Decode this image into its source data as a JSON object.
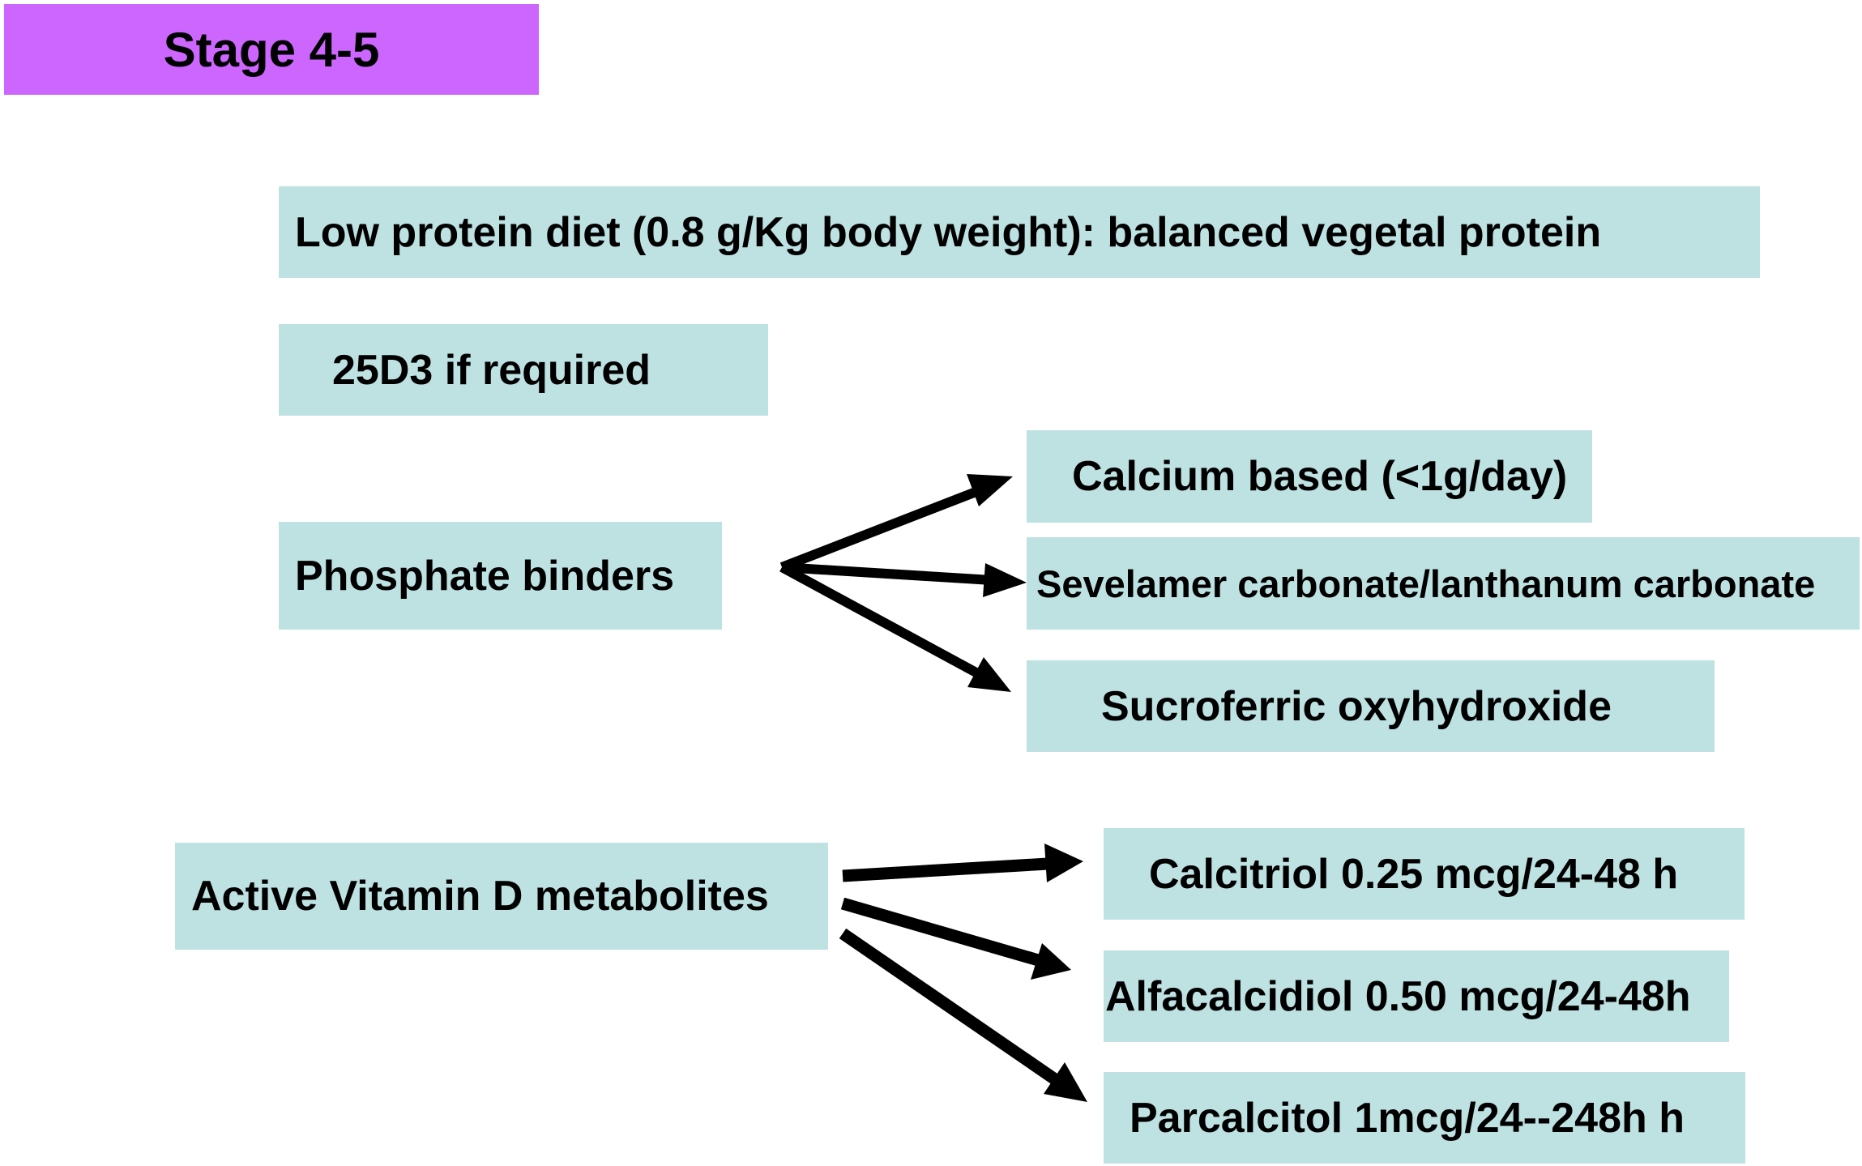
{
  "stage": {
    "label": "Stage 4-5"
  },
  "diet": {
    "label": "Low protein diet (0.8 g/Kg body weight): balanced vegetal protein"
  },
  "vitamin_25d3": {
    "label": "25D3 if required"
  },
  "phosphate": {
    "label": "Phosphate binders",
    "options": [
      {
        "label": "Calcium based (<1g/day)"
      },
      {
        "label": "Sevelamer carbonate/lanthanum carbonate"
      },
      {
        "label": "Sucroferric oxyhydroxide"
      }
    ]
  },
  "vitamin_d": {
    "label": "Active Vitamin D metabolites",
    "options": [
      {
        "label": "Calcitriol 0.25 mcg/24-48 h"
      },
      {
        "label": "Alfacalcidiol 0.50 mcg/24-48h"
      },
      {
        "label": "Parcalcitol 1mcg/24--248h h"
      }
    ]
  },
  "colors": {
    "stage_fill": "#cc66ff",
    "box_fill": "#bee1e2",
    "arrow": "#000000"
  }
}
